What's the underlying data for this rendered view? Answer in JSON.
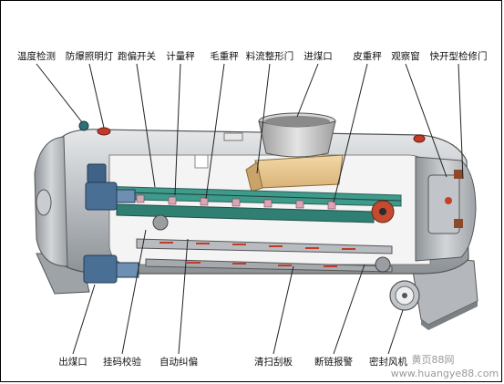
{
  "labels": {
    "top": [
      "温度检测",
      "防爆照明灯",
      "跑偏开关",
      "计量秤",
      "毛重秤",
      "料流整形门",
      "进煤口",
      "皮重秤",
      "观察窗",
      "快开型检修门"
    ],
    "bottom": [
      "出煤口",
      "挂码校验",
      "自动纠偏",
      "清扫刮板",
      "断链报警",
      "密封风机"
    ]
  },
  "watermark": {
    "line1": "黄页88网",
    "line2": "www.huangye88.com"
  }
}
